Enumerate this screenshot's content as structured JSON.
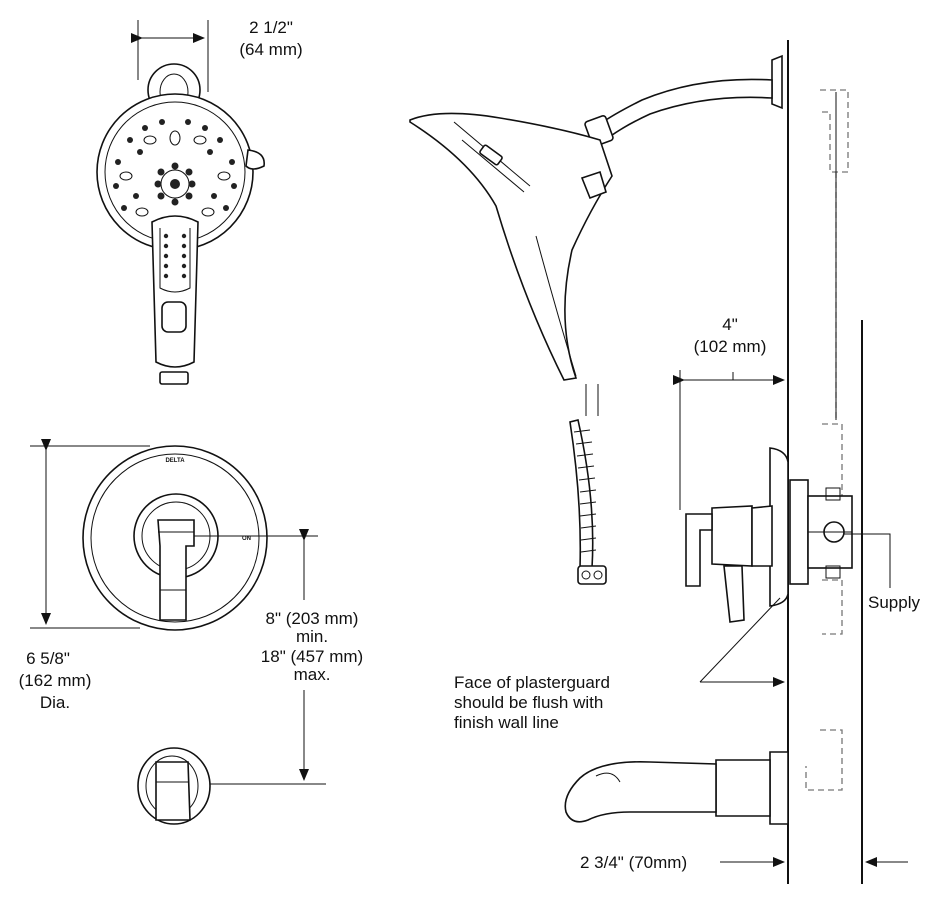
{
  "labels": {
    "width_head_1": "2 1/2\"",
    "width_head_2": "(64 mm)",
    "depth_valve_1": "4\"",
    "depth_valve_2": "(102 mm)",
    "height_1": "8\" (203 mm)",
    "height_2": "min.",
    "height_3": "18\" (457 mm)",
    "height_4": "max.",
    "dia_1": "6 5/8\"",
    "dia_2": "(162 mm)",
    "dia_3": "Dia.",
    "supply": "Supply",
    "plaster_1": "Face of plasterguard",
    "plaster_2": "should be flush with",
    "plaster_3": "finish wall line",
    "spout_depth": "2 3/4\" (70mm)",
    "brand": "DELTA",
    "on_mark": "ON"
  }
}
